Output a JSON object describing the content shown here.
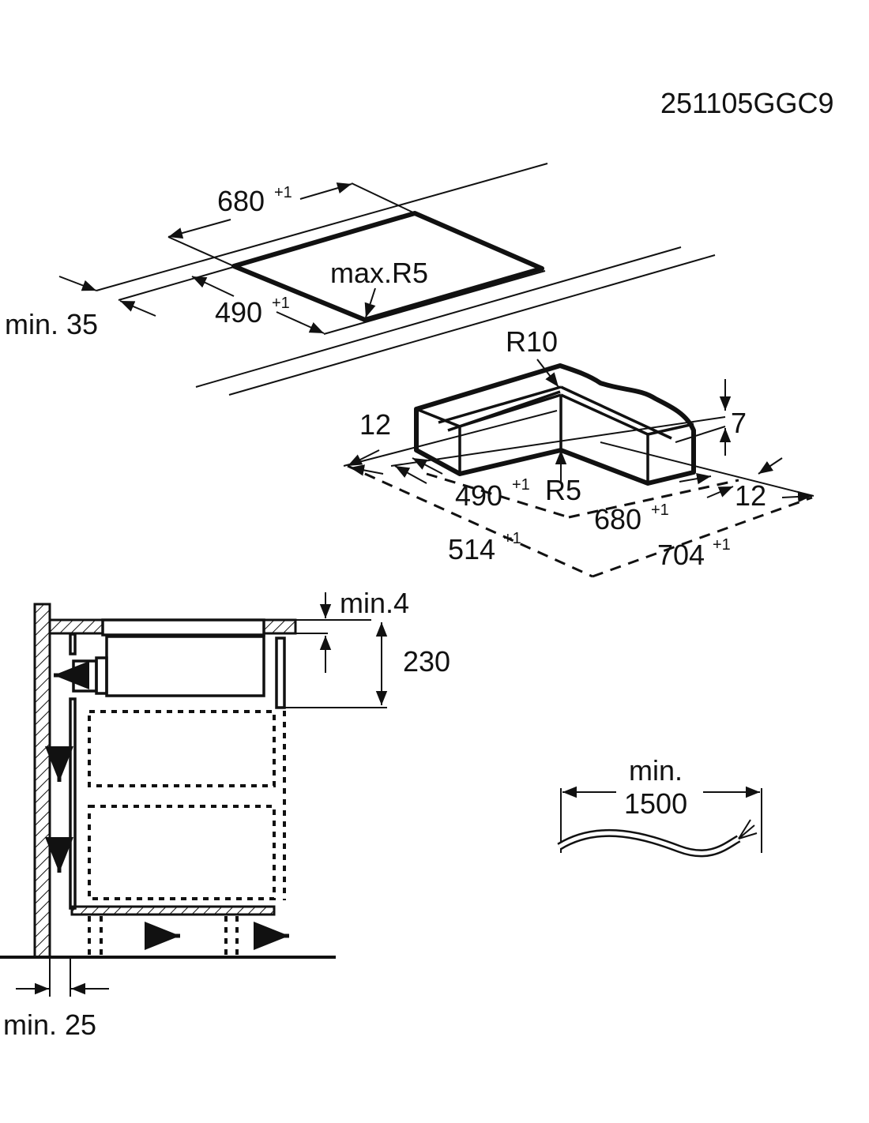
{
  "model_code": "251105GGC9",
  "cutout_top": {
    "width_label": "680",
    "width_tol": "+1",
    "depth_label": "490",
    "depth_tol": "+1",
    "radius_label": "max.R5",
    "min_edge_label": "min. 35"
  },
  "cutout_frame": {
    "outer_radius": "R10",
    "inner_radius": "R5",
    "edge_left": "12",
    "edge_right": "12",
    "depth_label": "7",
    "inner_depth": "490",
    "inner_depth_tol": "+1",
    "inner_width": "680",
    "inner_width_tol": "+1",
    "outer_depth": "514",
    "outer_depth_tol": "+1",
    "outer_width": "704",
    "outer_width_tol": "+1"
  },
  "section": {
    "min_gap_label": "min.4",
    "height_label": "230",
    "min_wall_label": "min. 25"
  },
  "cable": {
    "min_label": "min.",
    "length_label": "1500"
  }
}
